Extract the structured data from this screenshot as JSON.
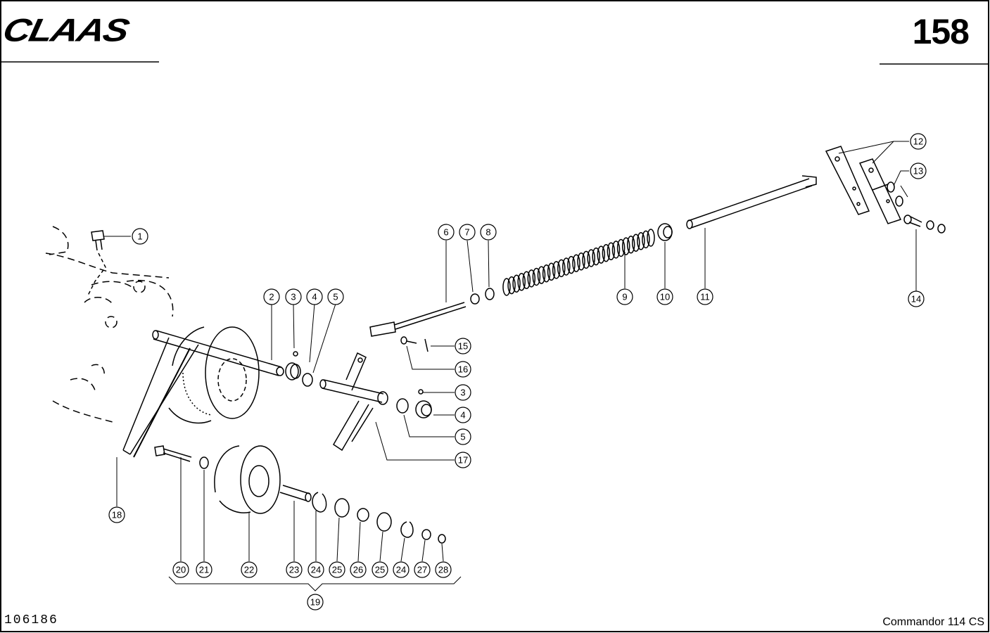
{
  "header": {
    "brand": "CLAAS",
    "page_number": "158"
  },
  "footer": {
    "drawing_number": "106186",
    "model": "Commandor 114 CS"
  },
  "callouts": [
    "1",
    "2",
    "3",
    "4",
    "5",
    "6",
    "7",
    "8",
    "9",
    "10",
    "11",
    "12",
    "13",
    "14",
    "15",
    "16",
    "3",
    "4",
    "5",
    "17",
    "18",
    "20",
    "21",
    "22",
    "23",
    "24",
    "25",
    "26",
    "25",
    "24",
    "27",
    "28",
    "19"
  ]
}
